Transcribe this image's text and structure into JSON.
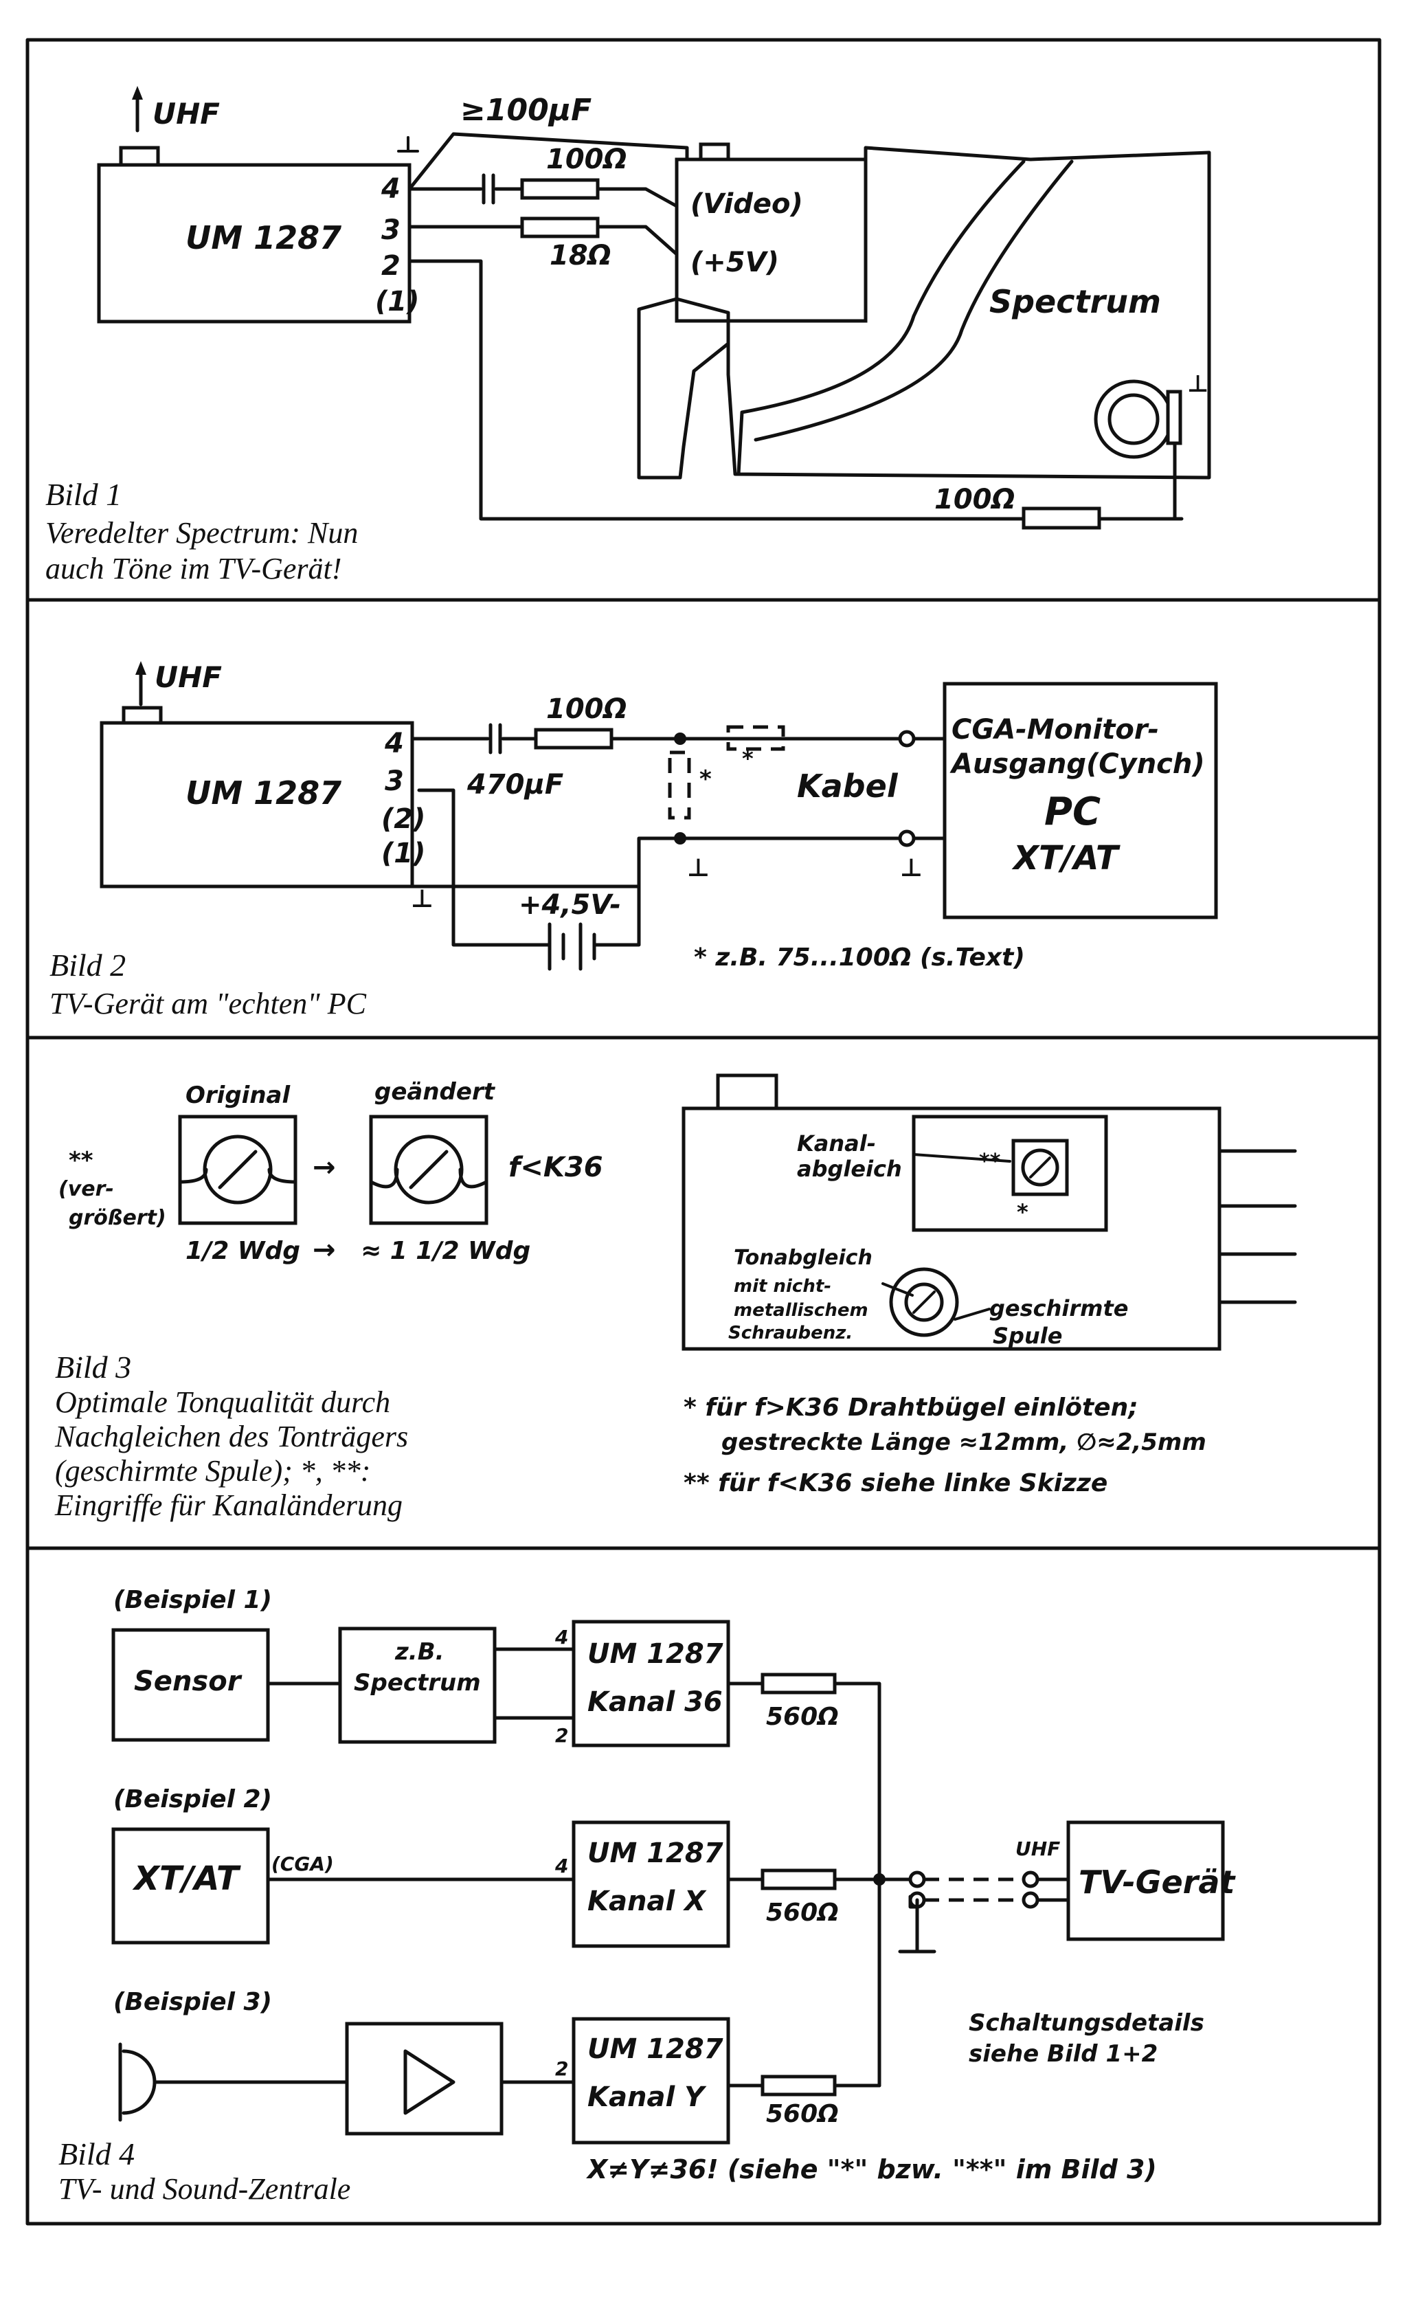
{
  "fig1": {
    "uhf": "UHF",
    "module": "UM 1287",
    "pins": [
      "4",
      "3",
      "2",
      "(1)"
    ],
    "cap": "≥100μF",
    "res1": "100Ω",
    "res2": "18Ω",
    "video": "(Video)",
    "v5": "(+5V)",
    "spectrum": "Spectrum",
    "res3": "100Ω",
    "title": "Bild 1",
    "caption": [
      "Veredelter Spectrum: Nun",
      "auch Töne im TV-Gerät!"
    ]
  },
  "fig2": {
    "uhf": "UHF",
    "module": "UM 1287",
    "pins": [
      "4",
      "3",
      "(2)",
      "(1)"
    ],
    "res": "100Ω",
    "cap": "470μF",
    "star": "*",
    "cable": "Kabel",
    "monitor": [
      "CGA-Monitor-",
      "Ausgang(Cynch)"
    ],
    "pc": "PC",
    "xtat": "XT/AT",
    "battery": "+4,5V-",
    "note": "* z.B. 75...100Ω (s.Text)",
    "title": "Bild 2",
    "caption": "TV-Gerät am \"echten\" PC"
  },
  "fig3": {
    "original": "Original",
    "changed": "geändert",
    "stars": "**",
    "enlarged": [
      "(ver-",
      "größert)"
    ],
    "freq": "f<K36",
    "turns1": "1/2 Wdg",
    "turns2": "≈ 1 1/2 Wdg",
    "kanal": [
      "Kanal-",
      "abgleich"
    ],
    "ton": [
      "Tonabgleich",
      "mit nicht-",
      "metallischem",
      "Schraubenz."
    ],
    "spule": [
      "geschirmte",
      "Spule"
    ],
    "note1": "* für f>K36 Drahtbügel einlöten;",
    "note1b": "gestreckte Länge ≈12mm, ∅≈2,5mm",
    "note2": "** für f<K36 siehe linke Skizze",
    "title": "Bild 3",
    "caption": [
      "Optimale Tonqualität durch",
      "Nachgleichen des Tonträgers",
      "(geschirmte Spule); *, **:",
      "Eingriffe für Kanaländerung"
    ]
  },
  "fig4": {
    "ex1": "(Beispiel 1)",
    "ex2": "(Beispiel 2)",
    "ex3": "(Beispiel 3)",
    "sensor": "Sensor",
    "zb": "z.B.",
    "spectrum": "Spectrum",
    "xtat": "XT/AT",
    "cga": "(CGA)",
    "module": "UM 1287",
    "kanal36": "Kanal 36",
    "kanalx": "Kanal X",
    "kanaly": "Kanal Y",
    "res": "560Ω",
    "pin4": "4",
    "pin2": "2",
    "uhf": "UHF",
    "tv": "TV-Gerät",
    "details": [
      "Schaltungsdetails",
      "siehe Bild 1+2"
    ],
    "bottom": "X≠Y≠36! (siehe \"*\" bzw. \"**\" im Bild 3)",
    "title": "Bild 4",
    "caption": "TV- und Sound-Zentrale"
  }
}
